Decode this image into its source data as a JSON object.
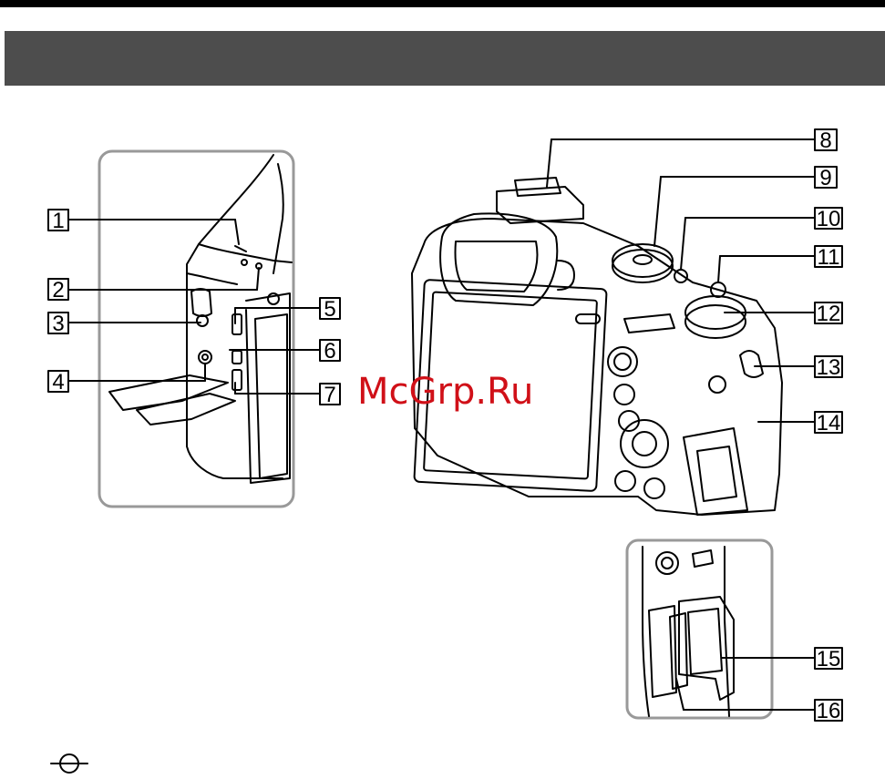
{
  "page": {
    "header_title": "",
    "watermark": "McGrp.Ru",
    "accent_color": "#4d4d4d",
    "watermark_color": "#d01018"
  },
  "callouts": [
    "1",
    "2",
    "3",
    "4",
    "5",
    "6",
    "7",
    "8",
    "9",
    "10",
    "11",
    "12",
    "13",
    "14",
    "15",
    "16"
  ],
  "icons": [
    "tripod-symbol-icon"
  ]
}
